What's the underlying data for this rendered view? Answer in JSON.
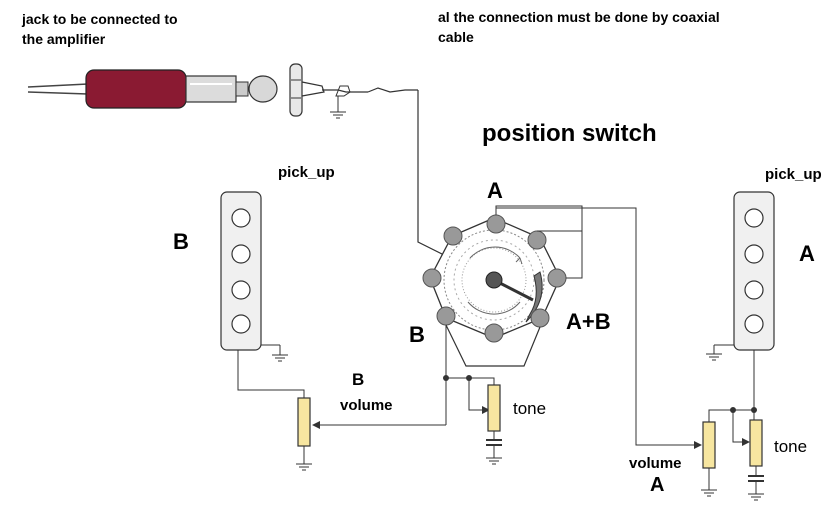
{
  "notes": {
    "jack_line1": "jack to  be  connected to",
    "jack_line2": "the amplifier",
    "coax_line1": "al  the connection  must  be  done  by coaxial",
    "coax_line2": "cable"
  },
  "switch": {
    "title": "position switch",
    "pos_a": "A",
    "pos_b": "B",
    "pos_ab": "A+B"
  },
  "pickup_b": {
    "label": "pick_up",
    "letter": "B"
  },
  "pickup_a": {
    "label": "pick_up",
    "letter": "A"
  },
  "controls_b": {
    "letter": "B",
    "volume": "volume",
    "tone": "tone"
  },
  "controls_a": {
    "volume": "volume",
    "letter": "A",
    "tone": "tone"
  },
  "colors": {
    "jack_body": "#8a1a32",
    "pickup_fill": "#f0f0f0",
    "switch_dots": "#999999",
    "pot_fill": "#f7e6a0",
    "wire": "#333333"
  }
}
